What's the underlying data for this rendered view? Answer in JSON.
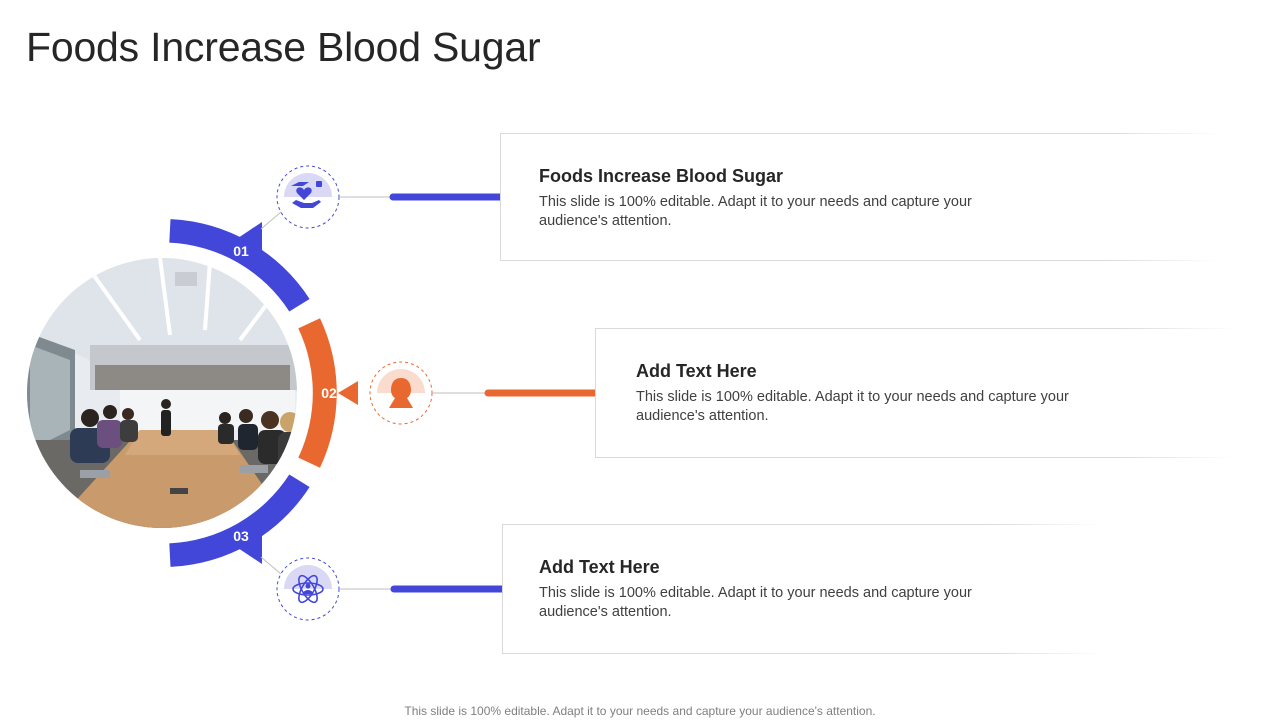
{
  "title": "Foods Increase Blood Sugar",
  "colors": {
    "blue": "#4347d9",
    "orange": "#e9682f",
    "blue_light": "#d9d8f5",
    "orange_light": "#f9dccd"
  },
  "steps": [
    {
      "number": "01",
      "icon": "hand-heart-icon",
      "heading": "Foods Increase Blood Sugar",
      "text": "This slide is 100% editable. Adapt it to your needs and capture your audience's attention."
    },
    {
      "number": "02",
      "icon": "hooded-person-icon",
      "heading": "Add Text Here",
      "text": "This slide is 100% editable. Adapt it to your needs and capture your audience's attention."
    },
    {
      "number": "03",
      "icon": "atom-person-icon",
      "heading": "Add Text Here",
      "text": "This slide is 100% editable. Adapt it to your needs and capture your audience's attention."
    }
  ],
  "photo": {
    "subject": "meeting-room-photo"
  },
  "footer": "This slide is 100% editable. Adapt it to your needs and capture your audience's attention."
}
